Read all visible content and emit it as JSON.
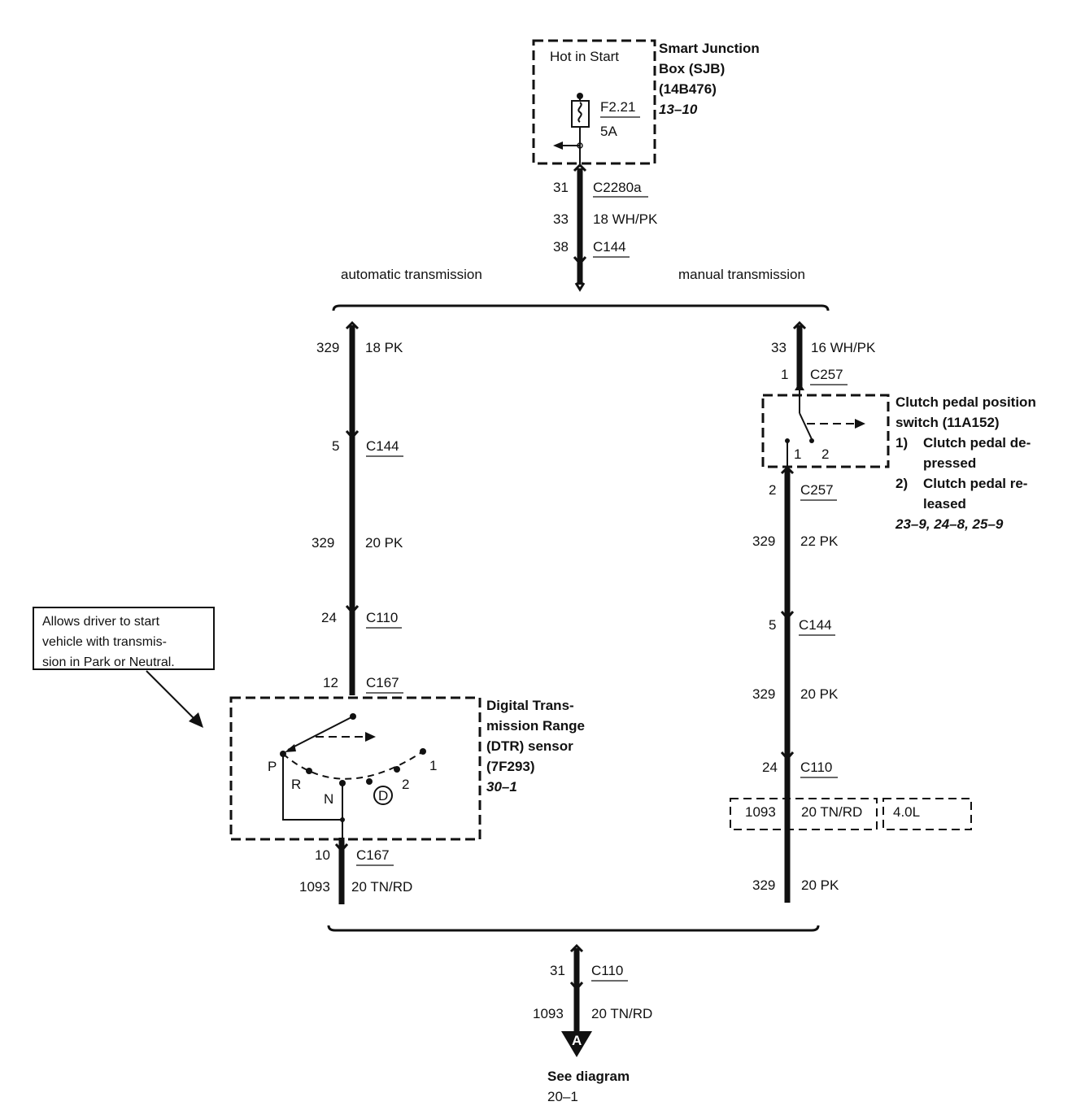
{
  "sjb": {
    "inner_label": "Hot in Start",
    "title_lines": [
      "Smart Junction",
      "Box (SJB)",
      "(14B476)"
    ],
    "ref": "13–10",
    "fuse_id": "F2.21",
    "fuse_rating": "5A"
  },
  "top_feed": [
    {
      "num": "31",
      "label": "C2280a",
      "kind": "connector"
    },
    {
      "num": "33",
      "label": "18 WH/PK",
      "kind": "wire"
    },
    {
      "num": "38",
      "label": "C144",
      "kind": "connector"
    }
  ],
  "branch_labels": {
    "automatic": "automatic transmission",
    "manual": "manual transmission"
  },
  "auto_branch": [
    {
      "num": "329",
      "label": "18 PK",
      "kind": "wire"
    },
    {
      "num": "5",
      "label": "C144",
      "kind": "connector"
    },
    {
      "num": "329",
      "label": "20 PK",
      "kind": "wire"
    },
    {
      "num": "24",
      "label": "C110",
      "kind": "connector"
    },
    {
      "num": "12",
      "label": "C167",
      "kind": "connector"
    },
    {
      "num": "10",
      "label": "C167",
      "kind": "connector"
    },
    {
      "num": "1093",
      "label": "20 TN/RD",
      "kind": "wire"
    }
  ],
  "manual_branch": [
    {
      "num": "33",
      "label": "16 WH/PK",
      "kind": "wire"
    },
    {
      "num": "1",
      "label": "C257",
      "kind": "connector"
    },
    {
      "num": "2",
      "label": "C257",
      "kind": "connector"
    },
    {
      "num": "329",
      "label": "22 PK",
      "kind": "wire"
    },
    {
      "num": "5",
      "label": "C144",
      "kind": "connector"
    },
    {
      "num": "329",
      "label": "20 PK",
      "kind": "wire"
    },
    {
      "num": "24",
      "label": "C110",
      "kind": "connector"
    },
    {
      "num": "1093",
      "label": "20 TN/RD",
      "kind": "wire"
    },
    {
      "num": "329",
      "label": "20 PK",
      "kind": "wire"
    }
  ],
  "engine_option": "4.0L",
  "clutch_switch": {
    "title_lines": [
      "Clutch pedal position",
      "switch (11A152)"
    ],
    "positions": [
      {
        "num": "1)",
        "lines": [
          "Clutch pedal de-",
          "pressed"
        ]
      },
      {
        "num": "2)",
        "lines": [
          "Clutch pedal re-",
          "leased"
        ]
      }
    ],
    "contact_1": "1",
    "contact_2": "2",
    "ref": "23–9, 24–8, 25–9"
  },
  "dtr_sensor": {
    "title_lines": [
      "Digital Trans-",
      "mission Range",
      "(DTR) sensor",
      "(7F293)"
    ],
    "ref": "30–1",
    "pos_p": "P",
    "pos_r": "R",
    "pos_n": "N",
    "pos_d": "D",
    "pos_2": "2",
    "pos_1": "1"
  },
  "note_lines": [
    "Allows driver to start",
    "vehicle with transmis-",
    "sion in Park or Neutral."
  ],
  "bottom_feed": [
    {
      "num": "31",
      "label": "C110",
      "kind": "connector"
    },
    {
      "num": "1093",
      "label": "20 TN/RD",
      "kind": "wire"
    }
  ],
  "page_ref": {
    "letter": "A",
    "see": "See diagram",
    "page": "20–1"
  }
}
